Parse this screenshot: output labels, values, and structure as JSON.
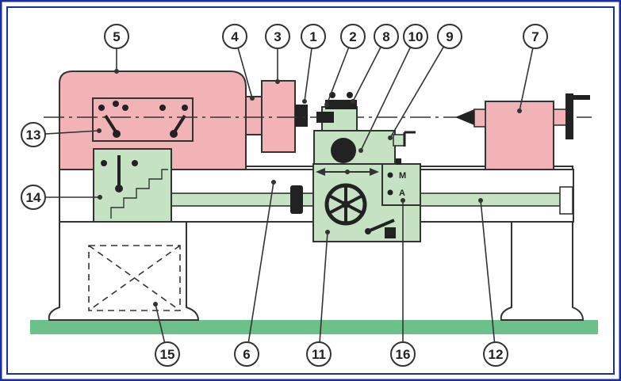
{
  "diagram": {
    "colors": {
      "frame_outer": "#1a2fa0",
      "frame_inner": "#ffffff",
      "pink_part": "#f2b3b6",
      "green_part": "#c5e3c3",
      "floor": "#6cc08a",
      "outline": "#333333"
    },
    "carriage_labels": {
      "upper": "M",
      "lower": "A"
    },
    "callouts": [
      {
        "number": "1"
      },
      {
        "number": "2"
      },
      {
        "number": "3"
      },
      {
        "number": "4"
      },
      {
        "number": "5"
      },
      {
        "number": "6"
      },
      {
        "number": "7"
      },
      {
        "number": "8"
      },
      {
        "number": "9"
      },
      {
        "number": "10"
      },
      {
        "number": "11"
      },
      {
        "number": "12"
      },
      {
        "number": "13"
      },
      {
        "number": "14"
      },
      {
        "number": "15"
      },
      {
        "number": "16"
      }
    ]
  }
}
